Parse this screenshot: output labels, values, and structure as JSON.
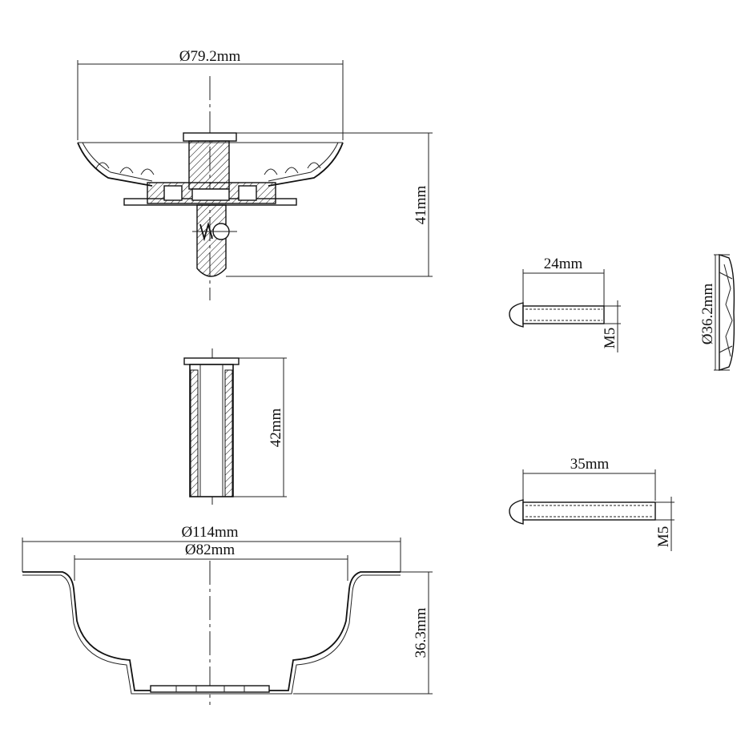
{
  "dimensions": {
    "strainer_diameter": "Ø79.2mm",
    "strainer_height": "41mm",
    "bolt_short_length": "24mm",
    "bolt_short_thread": "M5",
    "washer_diameter": "Ø36.2mm",
    "tube_height": "42mm",
    "bolt_long_length": "35mm",
    "bolt_long_thread": "M5",
    "flange_outer_diameter": "Ø114mm",
    "flange_inner_diameter": "Ø82mm",
    "body_height": "36.3mm"
  }
}
